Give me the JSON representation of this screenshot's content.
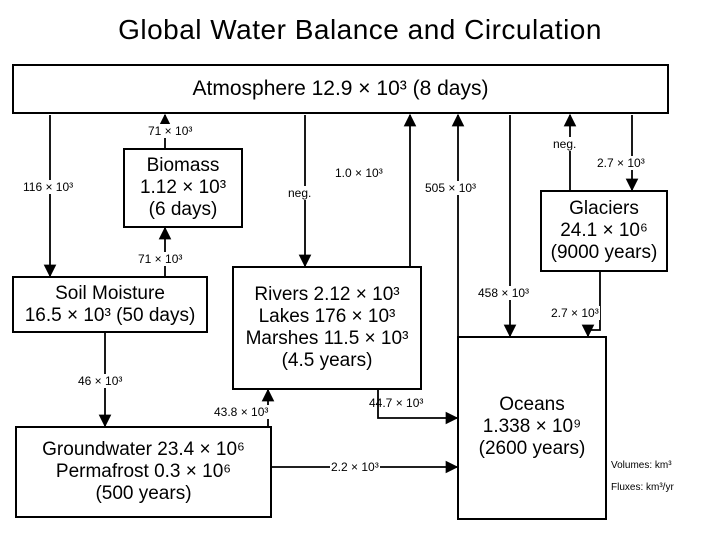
{
  "title": "Global Water Balance and Circulation",
  "boxes": {
    "atmosphere": [
      "Atmosphere 12.9 × 10³ (8 days)"
    ],
    "biomass": [
      "Biomass",
      "1.12 × 10³",
      "(6 days)"
    ],
    "glaciers": [
      "Glaciers",
      "24.1 × 10⁶",
      "(9000 years)"
    ],
    "soil": [
      "Soil Moisture",
      "16.5 × 10³ (50 days)"
    ],
    "rivers": [
      "Rivers 2.12 × 10³",
      "Lakes 176 × 10³",
      "Marshes 11.5 × 10³",
      "(4.5 years)"
    ],
    "oceans": [
      "Oceans",
      "1.338 × 10⁹",
      "(2600 years)"
    ],
    "groundwater": [
      "Groundwater 23.4 × 10⁶",
      "Permafrost 0.3 × 10⁶",
      "(500 years)"
    ]
  },
  "fluxes": {
    "biomass_to_atm": "71 × 10³",
    "atm_to_soil": "116 × 10³",
    "atm_to_rivers": "neg.",
    "rivers_to_atm": "1.0 × 10³",
    "oceans_to_atm": "505 × 10³",
    "glaciers_to_atm": "neg.",
    "atm_to_glaciers": "2.7 × 10³",
    "soil_to_biomass": "71 × 10³",
    "atm_to_oceans": "458 × 10³",
    "glaciers_to_oceans": "2.7 × 10³",
    "soil_to_groundwater": "46 × 10³",
    "groundwater_to_rivers": "43.8 × 10³",
    "rivers_to_oceans": "44.7 × 10³",
    "groundwater_to_oceans": "2.2 × 10³"
  },
  "legend": {
    "volumes": "Volumes: km³",
    "fluxes": "Fluxes: km³/yr"
  }
}
